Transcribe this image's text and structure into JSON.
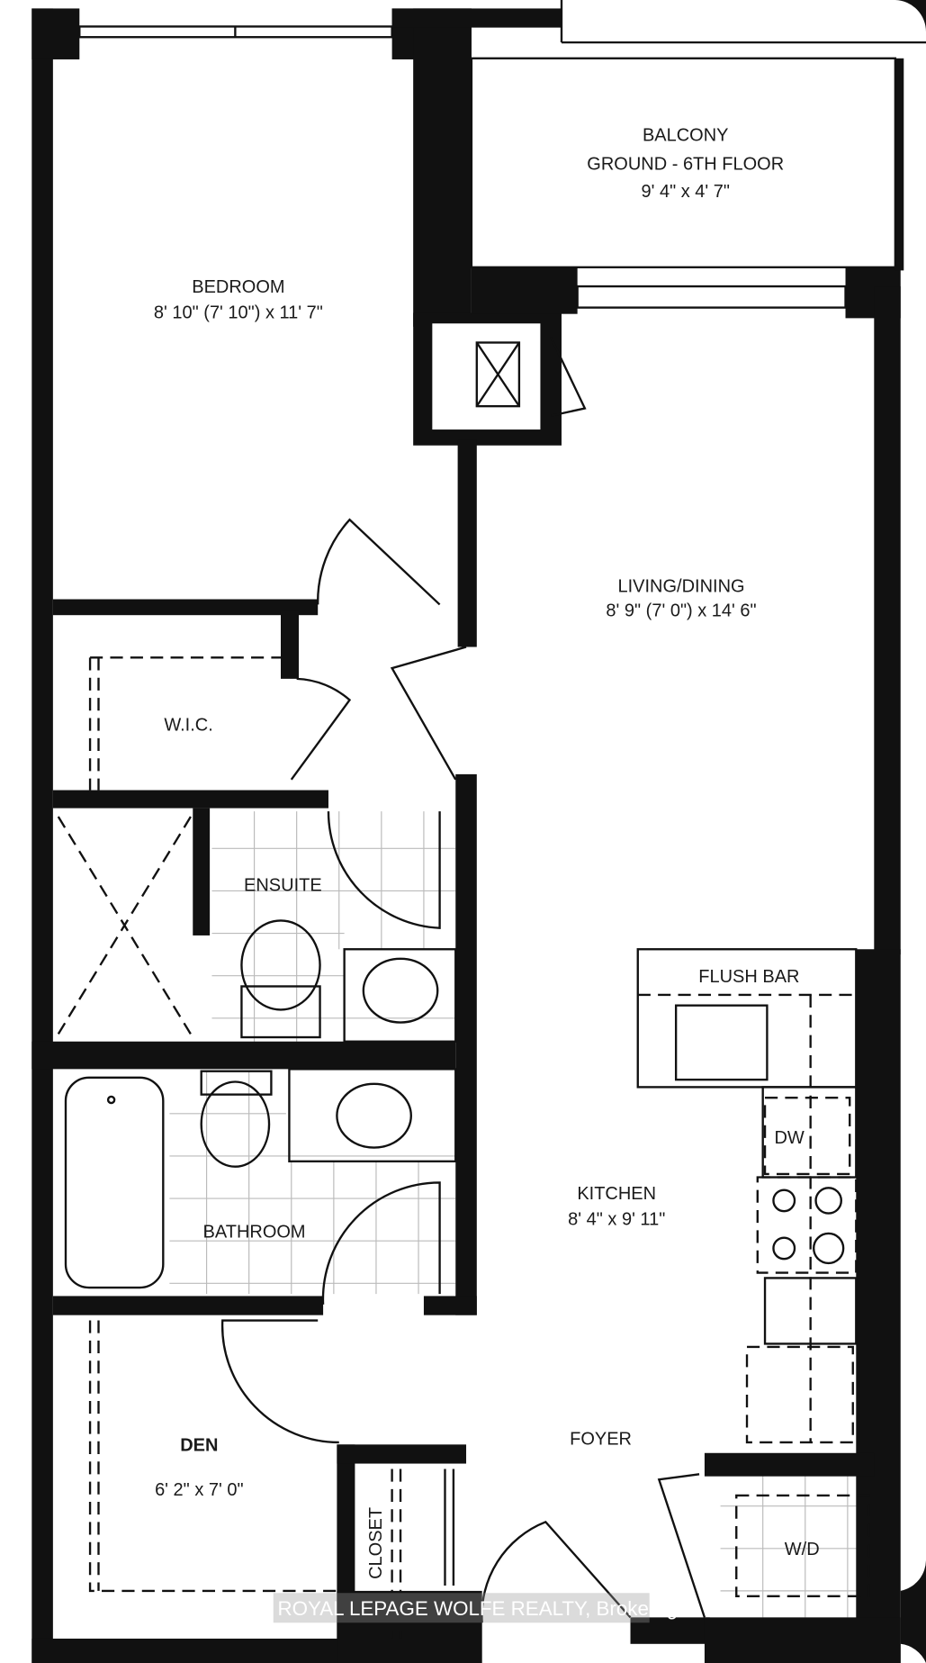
{
  "rooms": {
    "balcony": {
      "name": "BALCONY",
      "note": "GROUND - 6TH FLOOR",
      "size": "9' 4\" x 4' 7\""
    },
    "bedroom": {
      "name": "BEDROOM",
      "size": "8' 10\" (7' 10\") x 11' 7\""
    },
    "living": {
      "name": "LIVING/DINING",
      "size": "8' 9\" (7' 0\") x 14' 6\""
    },
    "wic": {
      "name": "W.I.C."
    },
    "ensuite": {
      "name": "ENSUITE"
    },
    "flush_bar": {
      "name": "FLUSH BAR"
    },
    "dw": {
      "name": "DW"
    },
    "kitchen": {
      "name": "KITCHEN",
      "size": "8' 4\" x 9' 11\""
    },
    "bathroom": {
      "name": "BATHROOM"
    },
    "den": {
      "name": "DEN",
      "size": "6' 2\" x 7' 0\""
    },
    "foyer": {
      "name": "FOYER"
    },
    "closet": {
      "name": "CLOSET"
    },
    "wd": {
      "name": "W/D"
    }
  },
  "watermark": "ROYAL LEPAGE WOLFE REALTY, Brokerage",
  "colors": {
    "wall": "#111111",
    "background": "#ffffff"
  }
}
